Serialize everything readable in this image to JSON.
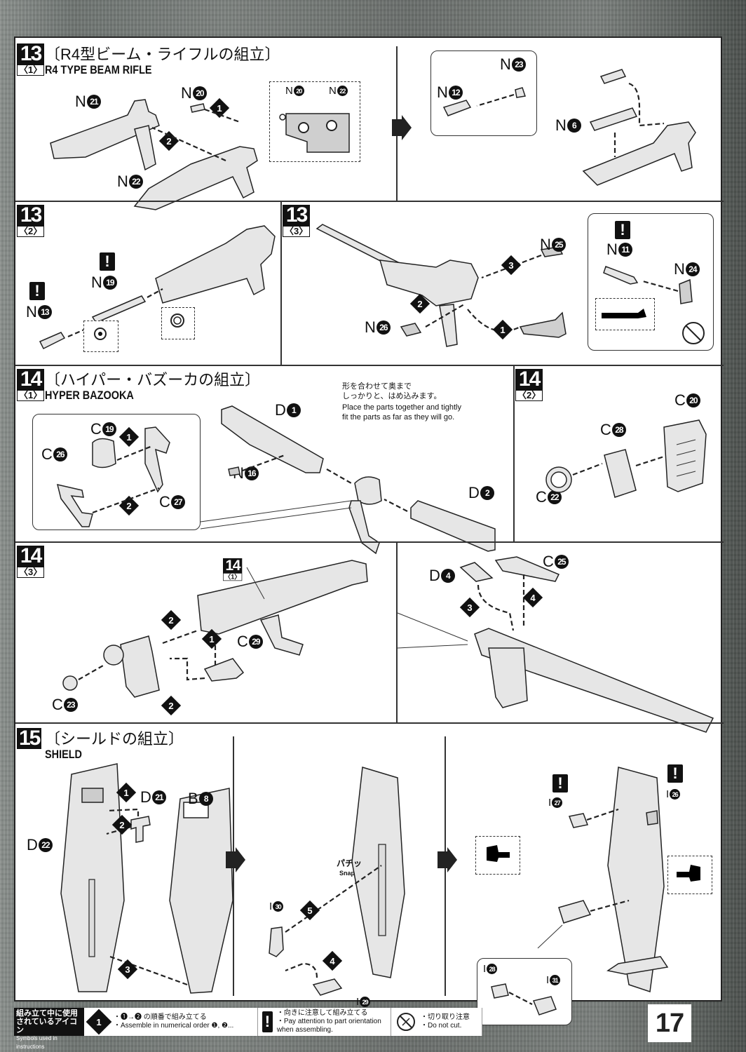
{
  "page_number": "17",
  "steps": {
    "s13_1": {
      "step": "13",
      "substep": "〈1〉",
      "title_jp": "〔R4型ビーム・ライフルの組立〕",
      "title_en": "R4 TYPE BEAM RIFLE",
      "parts": [
        {
          "letter": "N",
          "num": "21"
        },
        {
          "letter": "N",
          "num": "20"
        },
        {
          "letter": "N",
          "num": "22"
        }
      ],
      "detail_parts": [
        {
          "letter": "N",
          "num": "20"
        },
        {
          "letter": "N",
          "num": "22"
        }
      ],
      "sequence": [
        "1",
        "2"
      ],
      "right_parts": [
        {
          "letter": "N",
          "num": "23"
        },
        {
          "letter": "N",
          "num": "12"
        },
        {
          "letter": "N",
          "num": "6"
        }
      ]
    },
    "s13_2": {
      "step": "13",
      "substep": "〈2〉",
      "parts": [
        {
          "letter": "N",
          "num": "19"
        },
        {
          "letter": "N",
          "num": "13"
        }
      ],
      "warn": "!"
    },
    "s13_3": {
      "step": "13",
      "substep": "〈3〉",
      "parts": [
        {
          "letter": "N",
          "num": "25"
        },
        {
          "letter": "N",
          "num": "26"
        },
        {
          "letter": "N",
          "num": "11"
        },
        {
          "letter": "N",
          "num": "24"
        }
      ],
      "sequence": [
        "3",
        "2",
        "1"
      ],
      "warn": "!"
    },
    "s14_1": {
      "step": "14",
      "substep": "〈1〉",
      "title_jp": "〔ハイパー・バズーカの組立〕",
      "title_en": "HYPER BAZOOKA",
      "parts": [
        {
          "letter": "C",
          "num": "19"
        },
        {
          "letter": "C",
          "num": "26"
        },
        {
          "letter": "C",
          "num": "27"
        },
        {
          "letter": "D",
          "num": "1"
        },
        {
          "letter": "N",
          "num": "16"
        },
        {
          "letter": "D",
          "num": "2"
        }
      ],
      "sequence": [
        "1",
        "2"
      ],
      "note_jp": "形を合わせて奥まで\nしっかりと、はめ込みます。",
      "note_en": "Place the parts together and tightly\nfit the parts as far as they will go."
    },
    "s14_2": {
      "step": "14",
      "substep": "〈2〉",
      "parts": [
        {
          "letter": "C",
          "num": "20"
        },
        {
          "letter": "C",
          "num": "28"
        },
        {
          "letter": "C",
          "num": "22"
        }
      ]
    },
    "s14_3": {
      "step": "14",
      "substep": "〈3〉",
      "ref_step": "14",
      "ref_substep": "〈1〉",
      "parts": [
        {
          "letter": "C",
          "num": "29"
        },
        {
          "letter": "C",
          "num": "23"
        },
        {
          "letter": "D",
          "num": "4"
        },
        {
          "letter": "C",
          "num": "25"
        }
      ],
      "sequence": [
        "2",
        "1",
        "2",
        "3",
        "4"
      ]
    },
    "s15": {
      "step": "15",
      "title_jp": "〔シールドの組立〕",
      "title_en": "SHIELD",
      "parts": [
        {
          "letter": "D",
          "num": "21"
        },
        {
          "letter": "B",
          "num": "8"
        },
        {
          "letter": "D",
          "num": "22"
        },
        {
          "letter": "I",
          "num": "30"
        },
        {
          "letter": "I",
          "num": "29"
        },
        {
          "letter": "I",
          "num": "27"
        },
        {
          "letter": "I",
          "num": "26"
        },
        {
          "letter": "I",
          "num": "28"
        },
        {
          "letter": "I",
          "num": "31"
        }
      ],
      "sequence": [
        "1",
        "2",
        "3",
        "5",
        "4"
      ],
      "snap_jp": "パチッ",
      "snap_en": "Snap"
    }
  },
  "legend": {
    "head_jp_1": "組み立て中に使用",
    "head_jp_2": "されているアイコン",
    "head_en": "Symbols used in instructions",
    "items": [
      {
        "icon": "sequence-icon",
        "symbol": "1",
        "jp": "・❶→❷ の順番で組み立てる",
        "en": "・Assemble in numerical order ❶, ❷..."
      },
      {
        "icon": "warning-icon",
        "symbol": "!",
        "jp": "・向きに注意して組み立てる",
        "en": "・Pay attention to part orientation when assembling."
      },
      {
        "icon": "no-cut-icon",
        "symbol": "",
        "jp": "・切り取り注意",
        "en": "・Do not cut."
      }
    ]
  }
}
